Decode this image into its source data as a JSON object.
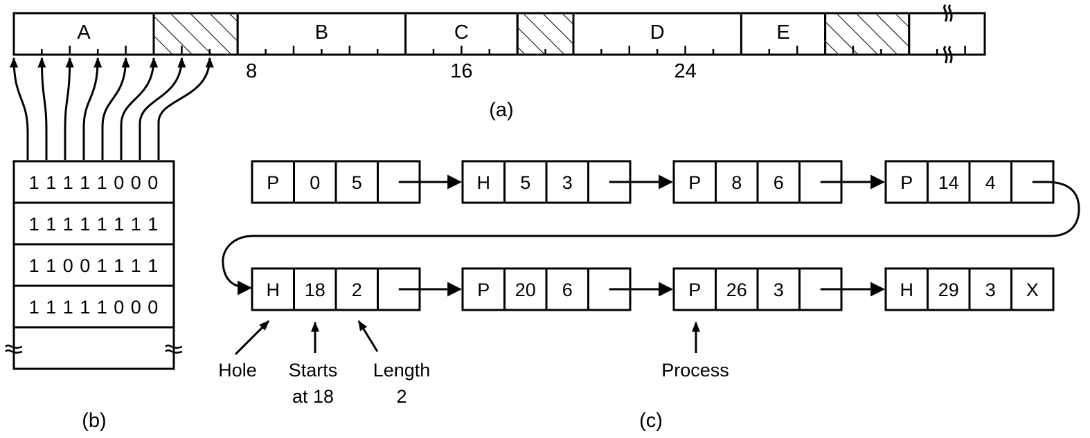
{
  "colors": {
    "ink": "#000000",
    "background": "#ffffff"
  },
  "memory": {
    "caption": "(a)",
    "segments": [
      {
        "label": "A",
        "start": 0,
        "length": 5,
        "type": "process"
      },
      {
        "label": "",
        "start": 5,
        "length": 3,
        "type": "hole"
      },
      {
        "label": "B",
        "start": 8,
        "length": 6,
        "type": "process"
      },
      {
        "label": "C",
        "start": 14,
        "length": 4,
        "type": "process"
      },
      {
        "label": "",
        "start": 18,
        "length": 2,
        "type": "hole"
      },
      {
        "label": "D",
        "start": 20,
        "length": 6,
        "type": "process"
      },
      {
        "label": "E",
        "start": 26,
        "length": 3,
        "type": "process"
      },
      {
        "label": "",
        "start": 29,
        "length": 3,
        "type": "hole"
      },
      {
        "label": "",
        "start": 32,
        "length": 3,
        "type": "continuation"
      }
    ],
    "scale_labels": [
      {
        "value": 8,
        "text": "8"
      },
      {
        "value": 16,
        "text": "16"
      },
      {
        "value": 24,
        "text": "24"
      }
    ]
  },
  "bitmap": {
    "caption": "(b)",
    "rows": [
      "1 1 1 1 1 0 0 0",
      "1 1 1 1 1 1 1 1",
      "1 1 0 0 1 1 1 1",
      "1 1 1 1 1 0 0 0"
    ]
  },
  "list": {
    "caption": "(c)",
    "nodes": [
      {
        "kind": "P",
        "start": "0",
        "length": "5",
        "next": ""
      },
      {
        "kind": "H",
        "start": "5",
        "length": "3",
        "next": ""
      },
      {
        "kind": "P",
        "start": "8",
        "length": "6",
        "next": ""
      },
      {
        "kind": "P",
        "start": "14",
        "length": "4",
        "next": ""
      },
      {
        "kind": "H",
        "start": "18",
        "length": "2",
        "next": ""
      },
      {
        "kind": "P",
        "start": "20",
        "length": "6",
        "next": ""
      },
      {
        "kind": "P",
        "start": "26",
        "length": "3",
        "next": ""
      },
      {
        "kind": "H",
        "start": "29",
        "length": "3",
        "next": "X"
      }
    ],
    "annotations": {
      "hole": "Hole",
      "starts_line1": "Starts",
      "starts_line2": "at 18",
      "length_line1": "Length",
      "length_line2": "2",
      "process": "Process"
    }
  }
}
